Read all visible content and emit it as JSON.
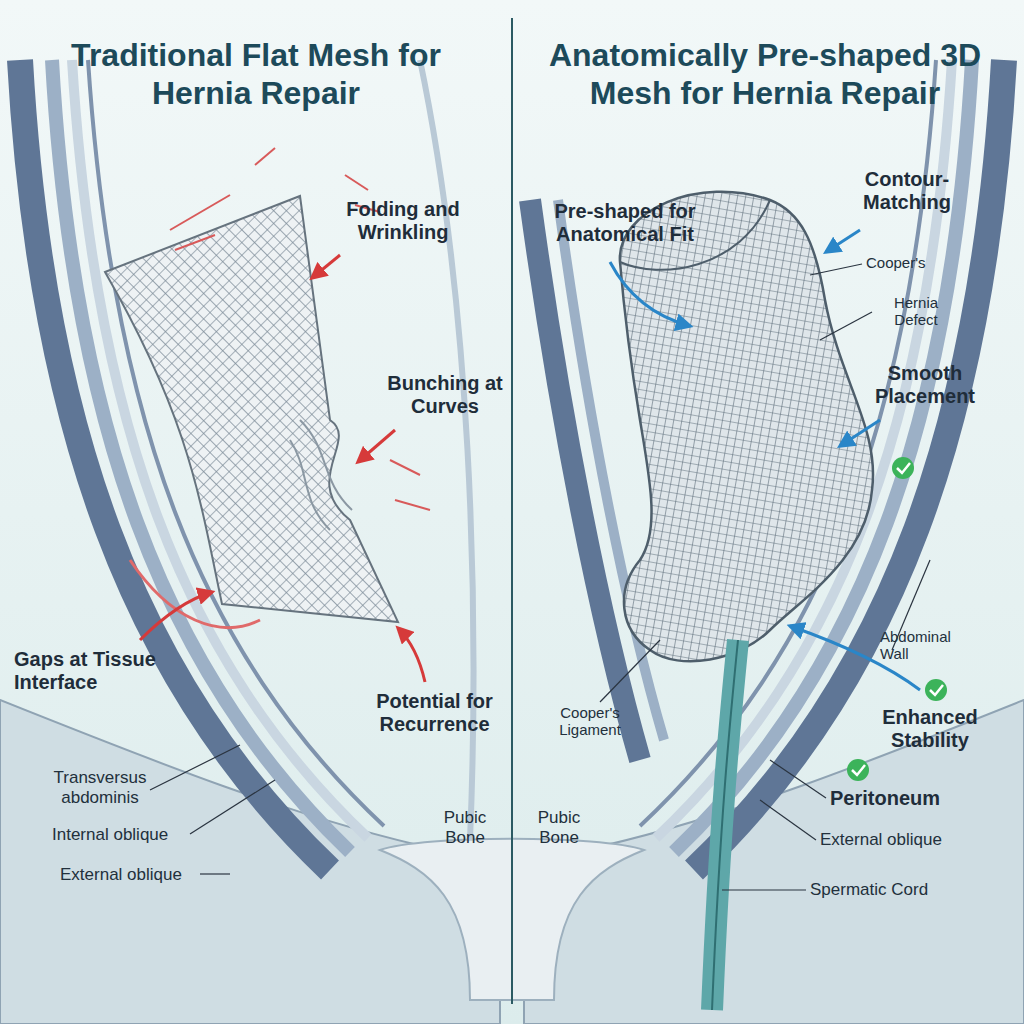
{
  "diagram": {
    "labels": [
      "Traditional Flat Mesh for Hernia Repair",
      "Folding and Wrinkling",
      "Bunching at Curves",
      "Gaps at Tissue Interface",
      "Potential for Recurrence",
      "Transversus abdominis",
      "Internal oblique",
      "External oblique",
      "Pubic Bone",
      "Anatomically Pre-shaped 3D Mesh for Hernia Repair",
      "Contour-Matching",
      "Pre-shaped for Anatomical Fit",
      "Cooper's",
      "Hernia Defect",
      "Smooth Placement",
      "Abdominal Wall",
      "Enhanced Stability",
      "Peritoneum",
      "Cooper's Ligament",
      "Pubic Bone",
      "External oblique",
      "Spermatic Cord"
    ]
  }
}
